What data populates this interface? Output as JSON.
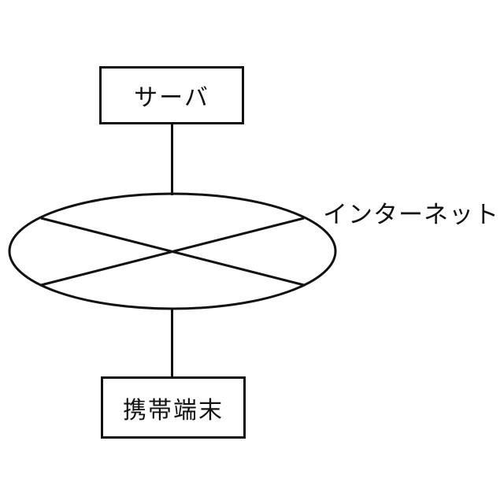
{
  "figure": {
    "type": "network-diagram",
    "background_color": "#ffffff",
    "stroke_color": "#111111",
    "nodes": [
      {
        "id": "server",
        "shape": "rect",
        "label": "サーバ"
      },
      {
        "id": "internet",
        "shape": "ellipse-cross",
        "label": "インターネット"
      },
      {
        "id": "mobile",
        "shape": "rect",
        "label": "携帯端末"
      }
    ],
    "edges": [
      {
        "from": "server",
        "to": "internet"
      },
      {
        "from": "internet",
        "to": "mobile"
      }
    ]
  }
}
